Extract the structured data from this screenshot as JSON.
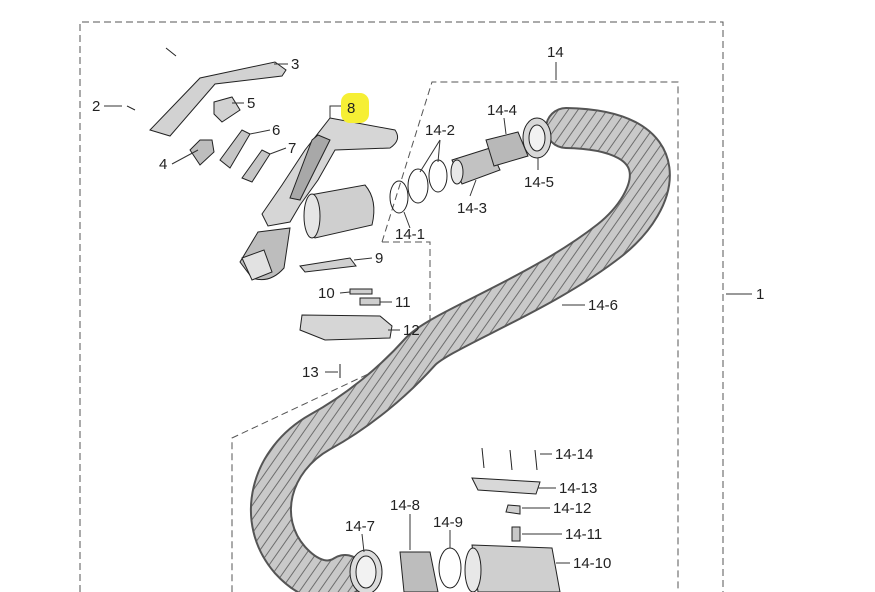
{
  "diagram": {
    "labels": {
      "l1": "1",
      "l2": "2",
      "l3": "3",
      "l4": "4",
      "l5": "5",
      "l6": "6",
      "l7": "7",
      "l8": "8",
      "l9": "9",
      "l10": "10",
      "l11": "11",
      "l12": "12",
      "l13": "13",
      "l14": "14",
      "l14_1": "14-1",
      "l14_2": "14-2",
      "l14_3": "14-3",
      "l14_4": "14-4",
      "l14_5": "14-5",
      "l14_6": "14-6",
      "l14_7": "14-7",
      "l14_8": "14-8",
      "l14_9": "14-9",
      "l14_10": "14-10",
      "l14_11": "14-11",
      "l14_12": "14-12",
      "l14_13": "14-13",
      "l14_14": "14-14"
    },
    "highlighted_label": "8",
    "highlight_color": "#f6ef34",
    "line_color": "#333333",
    "part_gray": "#bcbcbc"
  }
}
